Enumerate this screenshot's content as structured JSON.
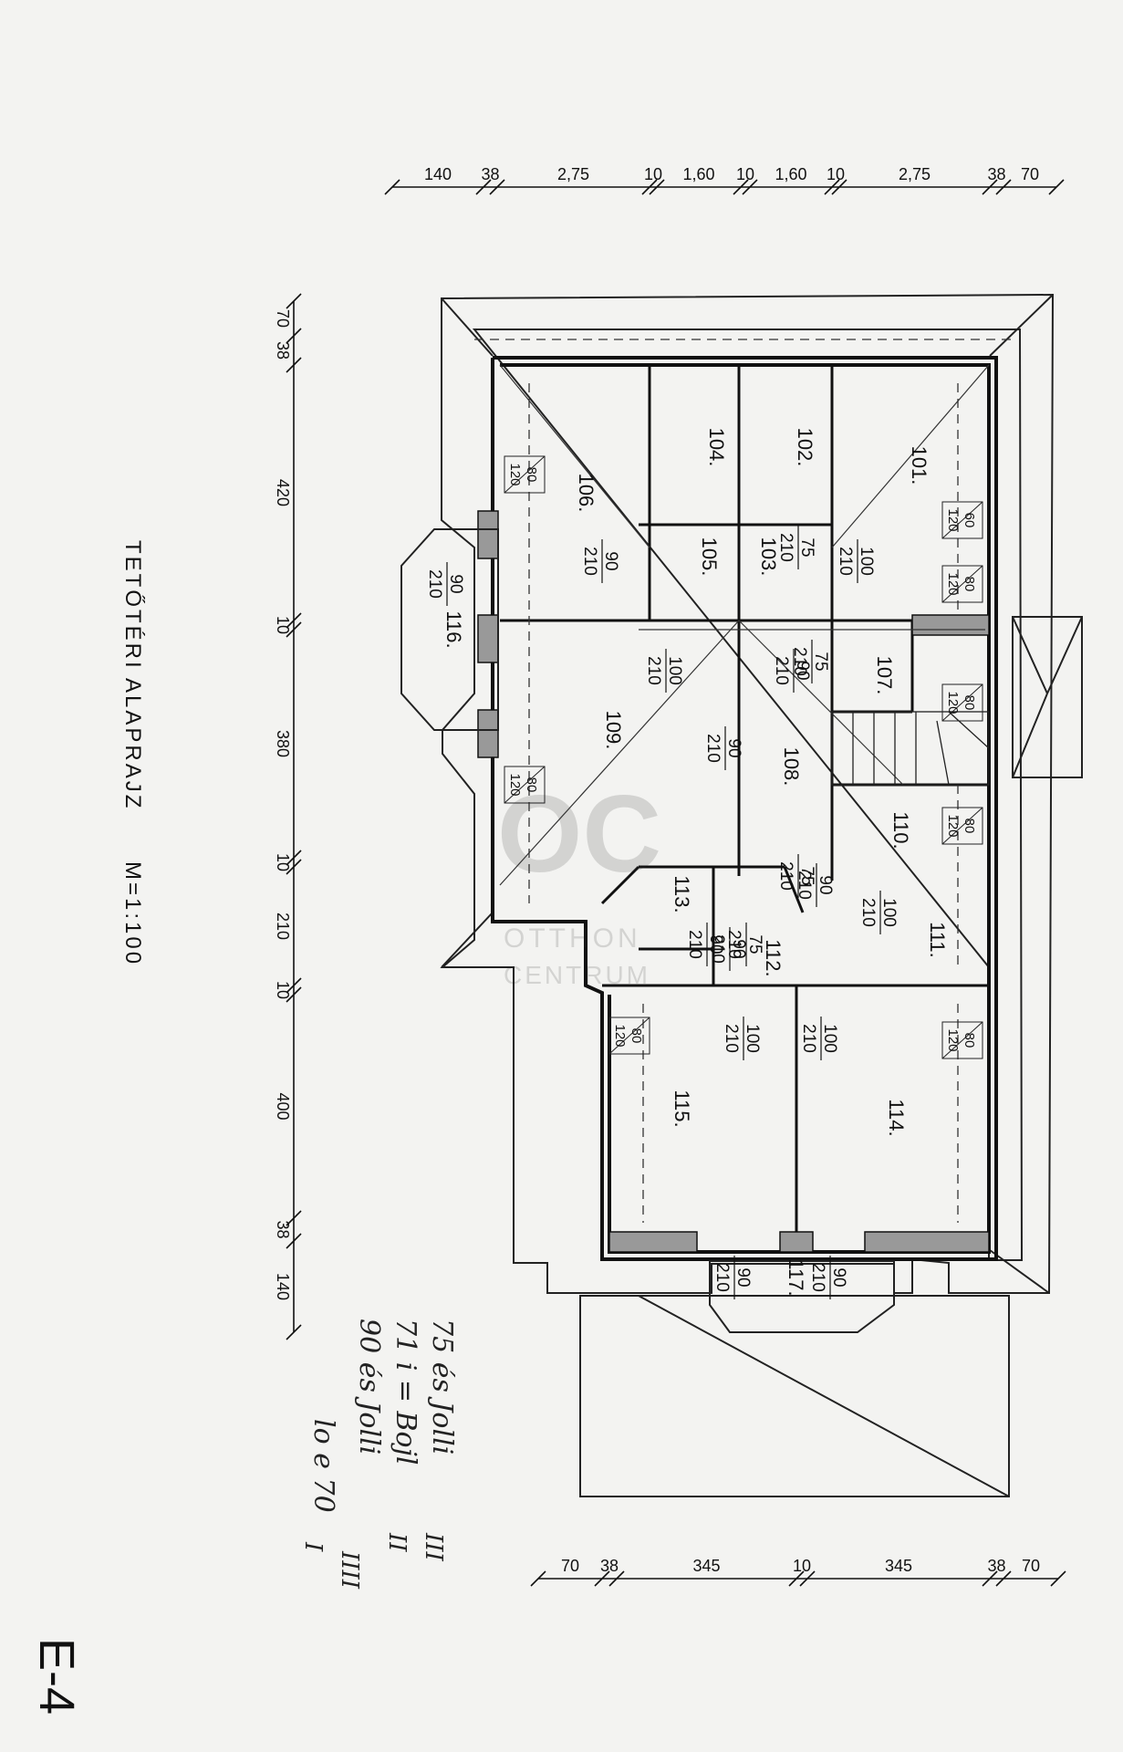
{
  "title": "TETŐTÉRI ALAPRAJZ",
  "scale": "M=1:100",
  "dimensions": {
    "top": [
      "140",
      "38",
      "2,75",
      "10",
      "1,60",
      "10",
      "1,60",
      "10",
      "2,75",
      "38",
      "70"
    ],
    "left": [
      "70",
      "38",
      "420",
      "10",
      "380",
      "10",
      "210",
      "10",
      "400",
      "38",
      "140"
    ],
    "bottom": [
      "70",
      "38",
      "345",
      "10",
      "345",
      "38",
      "70"
    ]
  },
  "rooms": [
    "101.",
    "102.",
    "103.",
    "104.",
    "105.",
    "106.",
    "107.",
    "108.",
    "109.",
    "110.",
    "111.",
    "112.",
    "113.",
    "114.",
    "115.",
    "116.",
    "117."
  ],
  "openings": [
    {
      "w": "100",
      "h": "210"
    },
    {
      "w": "90",
      "h": "210"
    },
    {
      "w": "100",
      "h": "210"
    },
    {
      "w": "90",
      "h": "210"
    },
    {
      "w": "75",
      "h": "210"
    },
    {
      "w": "75",
      "h": "210"
    },
    {
      "w": "90",
      "h": "210"
    },
    {
      "w": "100",
      "h": "210"
    },
    {
      "w": "90",
      "h": "210"
    },
    {
      "w": "90",
      "h": "210"
    },
    {
      "w": "90",
      "h": "210"
    },
    {
      "w": "75",
      "h": "210"
    },
    {
      "w": "90",
      "h": "210"
    },
    {
      "w": "75",
      "h": "210"
    },
    {
      "w": "100",
      "h": "210"
    },
    {
      "w": "100",
      "h": "210"
    },
    {
      "w": "90",
      "h": "210"
    },
    {
      "w": "90",
      "h": "210"
    }
  ],
  "windows": [
    {
      "w": "80",
      "h": "120"
    },
    {
      "w": "60",
      "h": "120"
    },
    {
      "w": "80",
      "h": "120"
    },
    {
      "w": "80",
      "h": "120"
    },
    {
      "w": "80",
      "h": "120"
    },
    {
      "w": "80",
      "h": "120"
    },
    {
      "w": "80",
      "h": "120"
    },
    {
      "w": "80",
      "h": "120"
    }
  ],
  "watermark": {
    "logo": "OC",
    "name": "OTTHON",
    "sub": "CENTRUM"
  },
  "handwriting": [
    "75 és Jolli",
    "71 i = Bojl",
    "90 és Jolli",
    "lo e 70",
    "III",
    "II",
    "IIII",
    "I"
  ],
  "sheet_mark": "E-4"
}
